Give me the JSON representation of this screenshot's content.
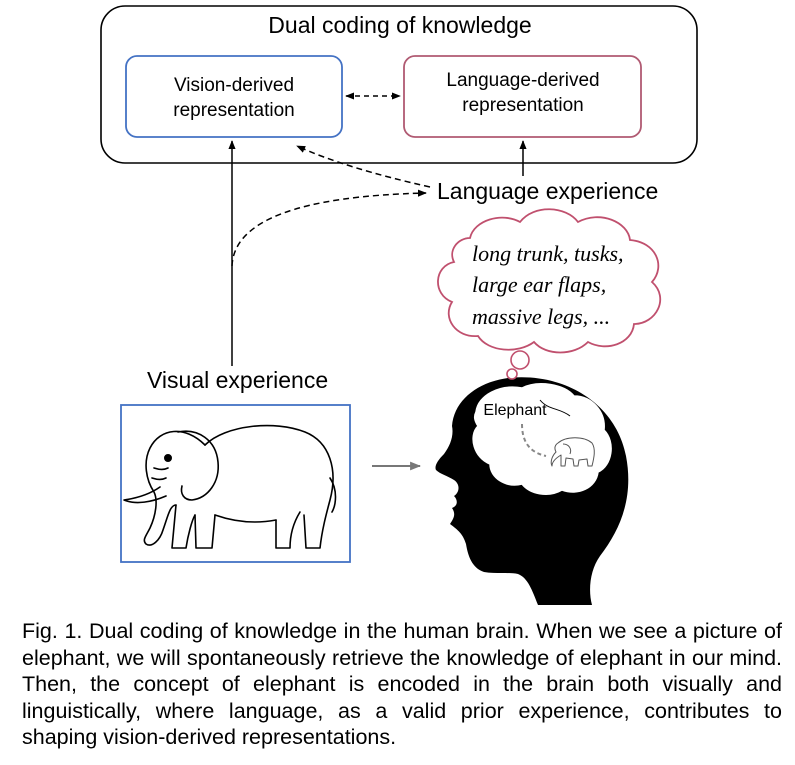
{
  "diagram": {
    "outer_box": {
      "title": "Dual coding of knowledge"
    },
    "vision_box": {
      "line1": "Vision-derived",
      "line2": "representation",
      "border_color": "#4472c4"
    },
    "language_box": {
      "line1": "Language-derived",
      "line2": "representation",
      "border_color": "#b05a72"
    },
    "language_experience_label": "Language experience",
    "visual_experience_label": "Visual experience",
    "thought_bubble": {
      "lines": [
        "long trunk, tusks,",
        "large ear flaps,",
        "massive legs, ..."
      ],
      "border_color": "#c0506e"
    },
    "brain_label": "Elephant",
    "picture_frame_color": "#4472c4",
    "icons": [
      "elephant-drawing",
      "head-silhouette-icon",
      "brain-outline-icon",
      "small-elephant-icon"
    ]
  },
  "caption": {
    "text": "Fig. 1. Dual coding of knowledge in the human brain. When we see a picture of elephant, we will spontaneously retrieve the knowledge of elephant in our mind. Then, the concept of elephant is encoded in the brain both visually and linguistically, where language, as a valid prior experience, contributes to shaping vision-derived representations."
  }
}
